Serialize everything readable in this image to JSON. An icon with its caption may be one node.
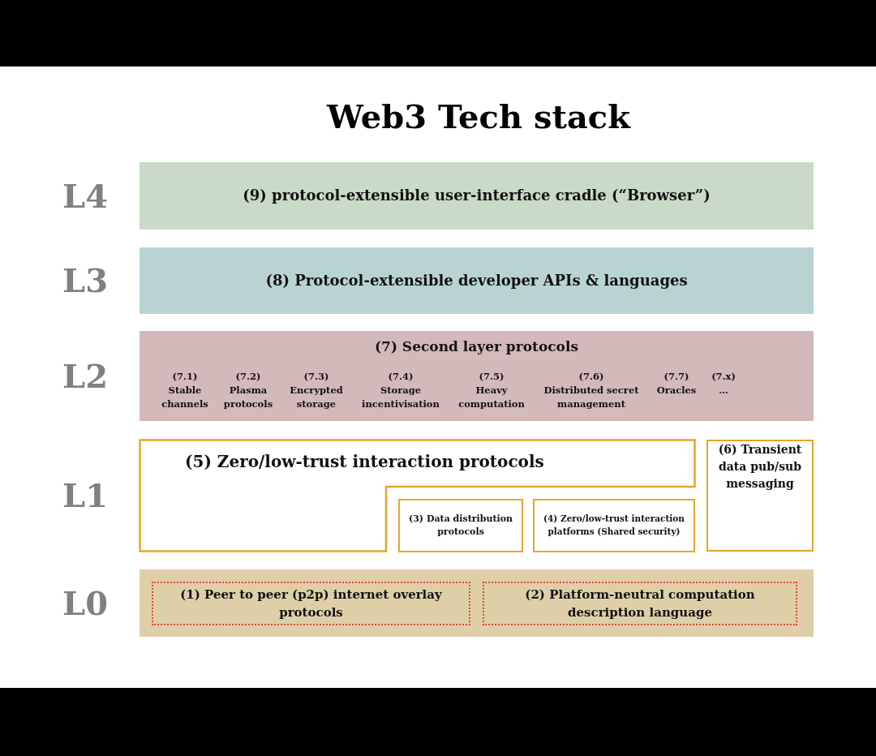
{
  "diagram": {
    "title": "Web3 Tech stack",
    "nodes": [
      {
        "text": [
          "(9) protocol-extensible user-interface cradle (“Browser”)"
        ],
        "beside": [
          "L4"
        ]
      },
      {
        "text": [
          "(8) Protocol-extensible developer APIs & languages"
        ],
        "beside": [
          "L3"
        ]
      },
      {
        "text": [
          "(7) Second layer protocols"
        ],
        "beside": [
          "L2"
        ]
      },
      {
        "text": [
          "(7.1)",
          "Stable channels"
        ],
        "in": 2
      },
      {
        "text": [
          "(7.2)",
          "Plasma protocols"
        ],
        "in": 2
      },
      {
        "text": [
          "(7.3)",
          "Encrypted storage"
        ],
        "in": 2
      },
      {
        "text": [
          "(7.4)",
          "Storage incentivisation"
        ],
        "in": 2
      },
      {
        "text": [
          "(7.5)",
          "Heavy computation"
        ],
        "in": 2
      },
      {
        "text": [
          "(7.6)",
          "Distributed secret management"
        ],
        "in": 2
      },
      {
        "text": [
          "(7.7)",
          "Oracles"
        ],
        "in": 2
      },
      {
        "text": [
          "(7.x)",
          "…"
        ],
        "in": 2
      },
      {
        "text": [
          "(5) Zero/low-trust interaction protocols"
        ],
        "beside": [
          "L1"
        ]
      },
      {
        "text": [
          "(3) Data distribution protocols"
        ]
      },
      {
        "text": [
          "(4) Zero/low-trust interaction platforms (Shared security)"
        ]
      },
      {
        "text": [
          "(6) Transient data pub/sub messaging"
        ]
      },
      {
        "text": [],
        "shape": "box",
        "beside": [
          "L0"
        ]
      },
      {
        "text": [
          "(1) Peer to peer (p2p) internet overlay protocols"
        ],
        "in": 15
      },
      {
        "text": [
          "(2) Platform-neutral computation description language"
        ],
        "in": 15
      }
    ]
  }
}
